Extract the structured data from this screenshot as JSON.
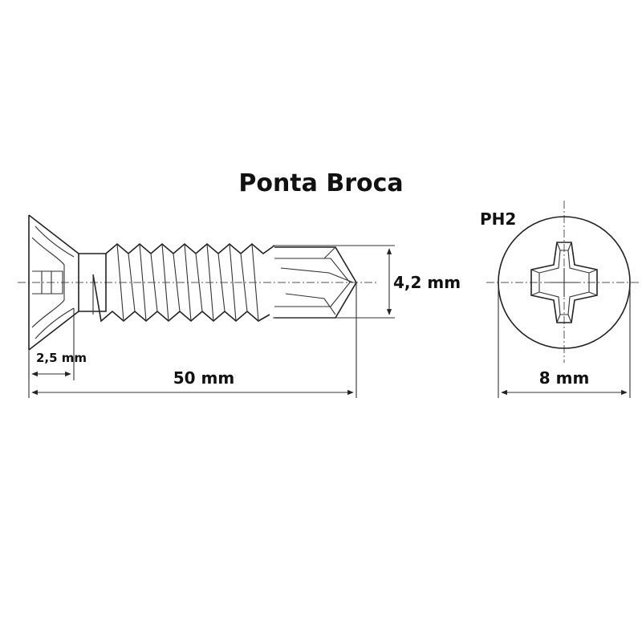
{
  "title": "Ponta Broca",
  "dimensions": {
    "diameter": "4,2 mm",
    "length": "50 mm",
    "head_height": "2,5 mm",
    "head_diameter": "8 mm"
  },
  "drive": {
    "label": "PH2"
  },
  "colors": {
    "line": "#222222",
    "background": "#ffffff"
  }
}
